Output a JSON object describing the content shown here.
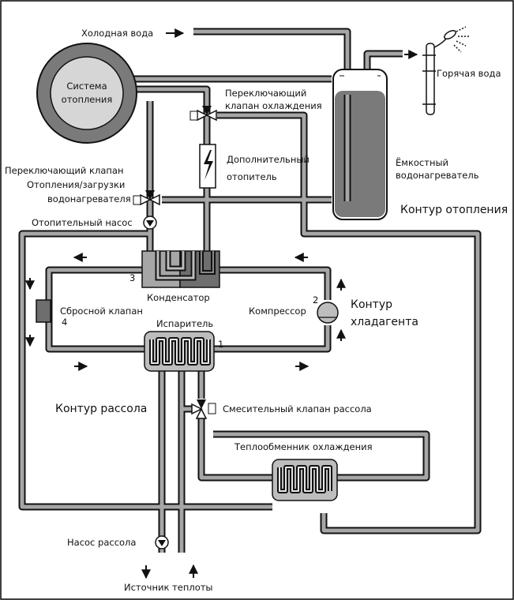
{
  "labels": {
    "cold_water": "Холодная вода",
    "hot_water": "Горячая вода",
    "heating_system": "Система отопления",
    "cooling_valve_1": "Переключающий",
    "cooling_valve_2": "клапан охлаждения",
    "aux_heater_1": "Дополнительный",
    "aux_heater_2": "отопитель",
    "tank_1": "Ёмкостный",
    "tank_2": "водонагреватель",
    "heating_circuit": "Контур отопления",
    "switch_valve_1": "Переключающий клапан",
    "switch_valve_2": "Отопления/загрузки",
    "switch_valve_3": "водонагревателя",
    "heating_pump": "Отопительный насос",
    "condenser": "Конденсатор",
    "relief_valve": "Сбросной клапан",
    "compressor": "Компрессор",
    "refrigerant_circuit_1": "Контур",
    "refrigerant_circuit_2": "хладагента",
    "evaporator": "Испаритель",
    "brine_circuit": "Контур рассола",
    "brine_mix_valve": "Смесительный клапан рассола",
    "cooling_hx": "Теплообменник охлаждения",
    "brine_pump": "Насос рассола",
    "heat_source": "Источник теплоты",
    "num_1": "1",
    "num_2": "2",
    "num_3": "3",
    "num_4": "4"
  },
  "colors": {
    "pipe_outline": "#111111",
    "pipe_fill": "#a6a6a6",
    "dark_fill": "#6e6e6e",
    "water_fill": "#7a7a7a",
    "light_fill": "#bdbdbd",
    "frame": "#000000"
  }
}
